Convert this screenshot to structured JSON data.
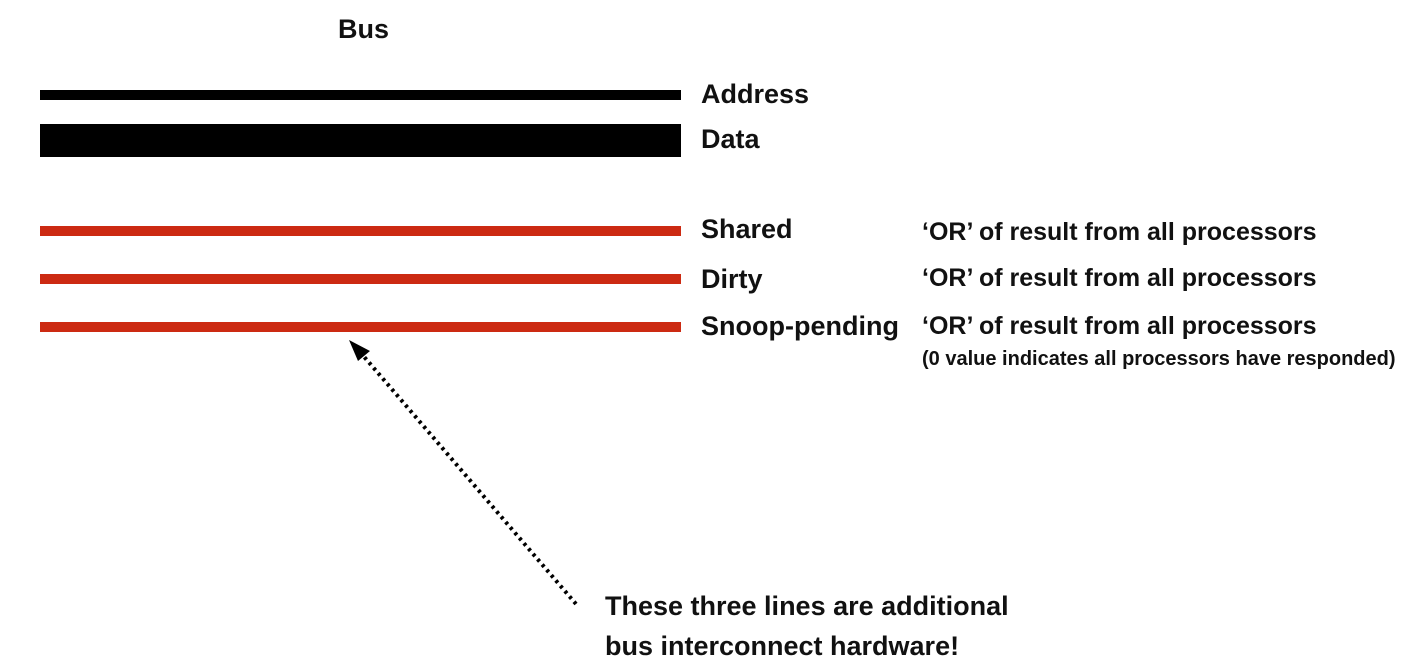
{
  "diagram": {
    "title": "Bus",
    "lines": {
      "address": {
        "label": "Address",
        "color": "#000000"
      },
      "data": {
        "label": "Data",
        "color": "#000000"
      },
      "shared": {
        "label": "Shared",
        "color": "#cc2a12",
        "description": "‘OR’ of result from all processors"
      },
      "dirty": {
        "label": "Dirty",
        "color": "#cc2a12",
        "description": "‘OR’ of result from all processors"
      },
      "snoop_pending": {
        "label": "Snoop-pending",
        "color": "#cc2a12",
        "description": "‘OR’ of result from all processors",
        "note": "(0 value indicates all processors have responded)"
      }
    },
    "callout": {
      "line1": "These three lines are additional",
      "line2": "bus interconnect hardware!"
    }
  }
}
